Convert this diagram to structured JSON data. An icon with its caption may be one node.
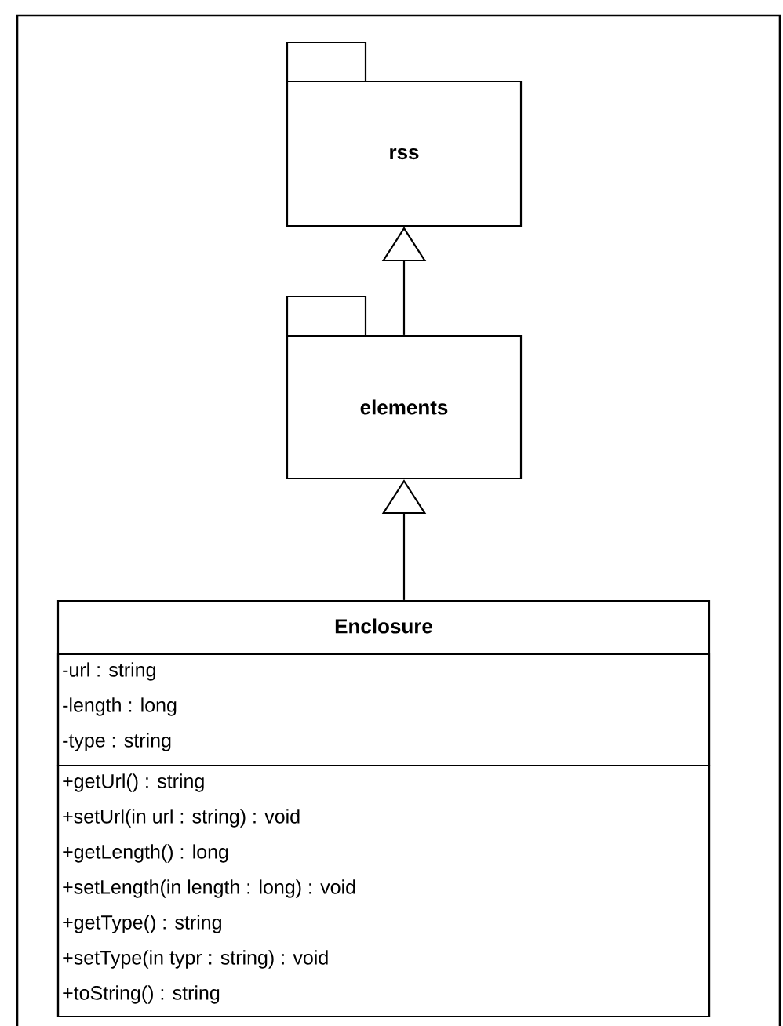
{
  "diagram": {
    "nodes": [
      {
        "text": [
          "rss"
        ]
      },
      {
        "text": [
          "elements"
        ]
      },
      {
        "text": [
          "Enclosure"
        ]
      },
      {
        "text": [
          "-url : string",
          "-length : long",
          "-type : string"
        ],
        "in": 2
      },
      {
        "text": [
          "+getUrl() : string",
          "+setUrl(in url : string) : void",
          "+getLength() : long",
          "+setLength(in length : long) : void",
          "+getType() : string",
          "+setType(in typr : string) : void",
          "+toString() : string"
        ],
        "in": 2
      }
    ],
    "edges": [
      {
        "from": 1,
        "to": 0,
        "arrow": "to"
      },
      {
        "from": 2,
        "to": 1,
        "arrow": "to"
      }
    ]
  }
}
